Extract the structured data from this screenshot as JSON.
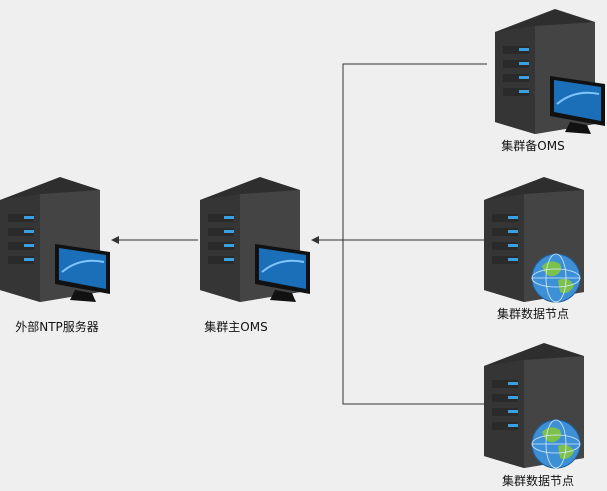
{
  "nodes": {
    "ntp": {
      "label": "外部NTP服务器",
      "kind": "server-monitor"
    },
    "primary": {
      "label": "集群主OMS",
      "kind": "server-monitor"
    },
    "standby": {
      "label": "集群备OMS",
      "kind": "server-monitor"
    },
    "data1": {
      "label": "集群数据节点",
      "kind": "server-globe"
    },
    "data2": {
      "label": "集群数据节点",
      "kind": "server-globe"
    }
  },
  "edges": [
    {
      "from": "primary",
      "to": "ntp"
    },
    {
      "from": "standby",
      "to": "primary"
    },
    {
      "from": "data1",
      "to": "primary"
    },
    {
      "from": "data2",
      "to": "primary"
    }
  ],
  "colors": {
    "background": "#efefef",
    "server_body": "#3a3a3a",
    "server_led": "#3aa0e0",
    "monitor_screen": "#1b6fb8",
    "globe": "#3d8fd6",
    "globe_land": "#7cc24a",
    "edge": "#333333"
  }
}
